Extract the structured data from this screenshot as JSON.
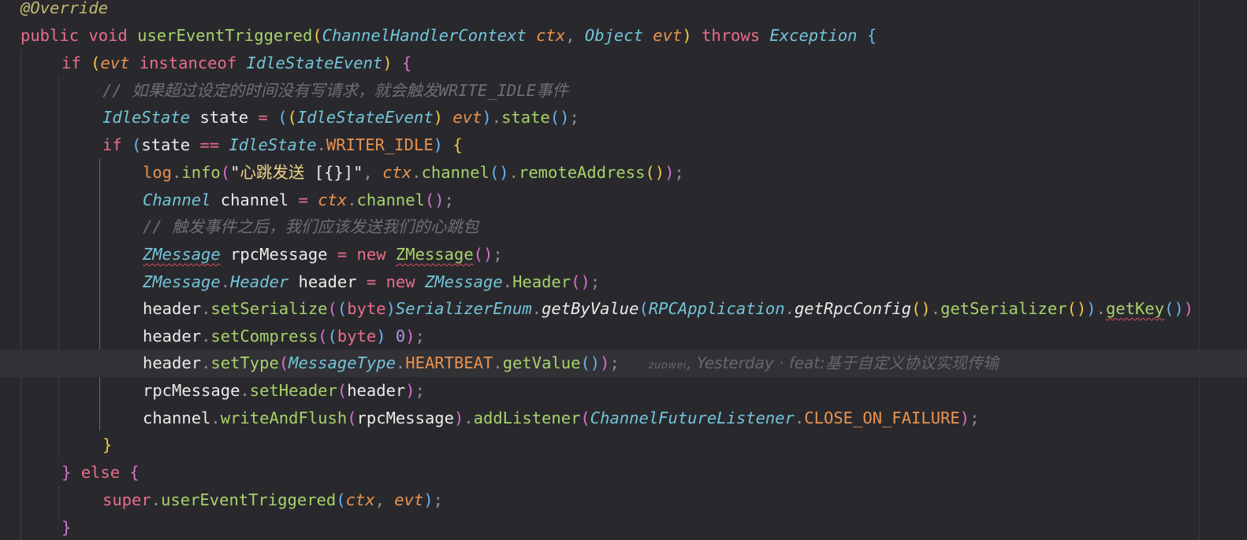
{
  "editor": {
    "annotation": "@Override",
    "signature": {
      "modifier_public": "public",
      "modifier_void": "void",
      "method_name": "userEventTriggered",
      "param1_type": "ChannelHandlerContext",
      "param1_name": "ctx",
      "param2_type": "Object",
      "param2_name": "evt",
      "throws_kw": "throws",
      "exception_type": "Exception"
    },
    "if_outer": {
      "kw_if": "if",
      "var": "evt",
      "kw_instanceof": "instanceof",
      "type": "IdleStateEvent"
    },
    "comment1": "// 如果超过设定的时间没有写请求，就会触发WRITE_IDLE事件",
    "state_decl": {
      "type": "IdleState",
      "var": "state",
      "cast_type": "IdleStateEvent",
      "cast_var": "evt",
      "method": "state"
    },
    "if_inner": {
      "kw_if": "if",
      "var": "state",
      "op": "==",
      "type": "IdleState",
      "const": "WRITER_IDLE"
    },
    "log_line": {
      "obj": "log",
      "method": "info",
      "string_quote_open": "\"",
      "string_cn": "心跳发送",
      "string_fmt": " [{}]\"",
      "arg_obj": "ctx",
      "arg_m1": "channel",
      "arg_m2": "remoteAddress"
    },
    "channel_decl": {
      "type": "Channel",
      "var": "channel",
      "obj": "ctx",
      "method": "channel"
    },
    "comment2": "// 触发事件之后，我们应该发送我们的心跳包",
    "msg_decl": {
      "type": "ZMessage",
      "var": "rpcMessage",
      "kw_new": "new",
      "ctor": "ZMessage"
    },
    "header_decl": {
      "outer_type": "ZMessage",
      "inner_type": "Header",
      "var": "header",
      "kw_new": "new",
      "ctor_outer": "ZMessage",
      "ctor_inner": "Header"
    },
    "set_serialize": {
      "obj": "header",
      "method": "setSerialize",
      "cast": "byte",
      "enum_type": "SerializerEnum",
      "enum_method": "getByValue",
      "app_type": "RPCApplication",
      "app_method": "getRpcConfig",
      "getter": "getSerializer",
      "key_method": "getKey"
    },
    "set_compress": {
      "obj": "header",
      "method": "setCompress",
      "cast": "byte",
      "value": "0"
    },
    "set_type": {
      "obj": "header",
      "method": "setType",
      "enum_type": "MessageType",
      "const": "HEARTBEAT",
      "getter": "getValue"
    },
    "blame": {
      "author": "zuowei",
      "when": "Yesterday",
      "separator": "·",
      "message": "feat:基于自定义协议实现传输"
    },
    "set_header": {
      "obj": "rpcMessage",
      "method": "setHeader",
      "arg": "header"
    },
    "write_flush": {
      "obj": "channel",
      "method": "writeAndFlush",
      "arg": "rpcMessage",
      "listener_method": "addListener",
      "listener_type": "ChannelFutureListener",
      "listener_const": "CLOSE_ON_FAILURE"
    },
    "else_line": {
      "kw_else": "else"
    },
    "super_call": {
      "kw_super": "super",
      "method": "userEventTriggered",
      "arg1": "ctx",
      "arg2": "evt"
    },
    "colors": {
      "background": "#29292d",
      "keyword": "#e86d8b",
      "method": "#a8d26a",
      "type": "#73c4d9",
      "parameter": "#e8924f",
      "comment": "#6e6e78",
      "bracket_level1": "#f3c744",
      "bracket_level2": "#d970d0",
      "bracket_level3": "#6cb4f0"
    }
  }
}
